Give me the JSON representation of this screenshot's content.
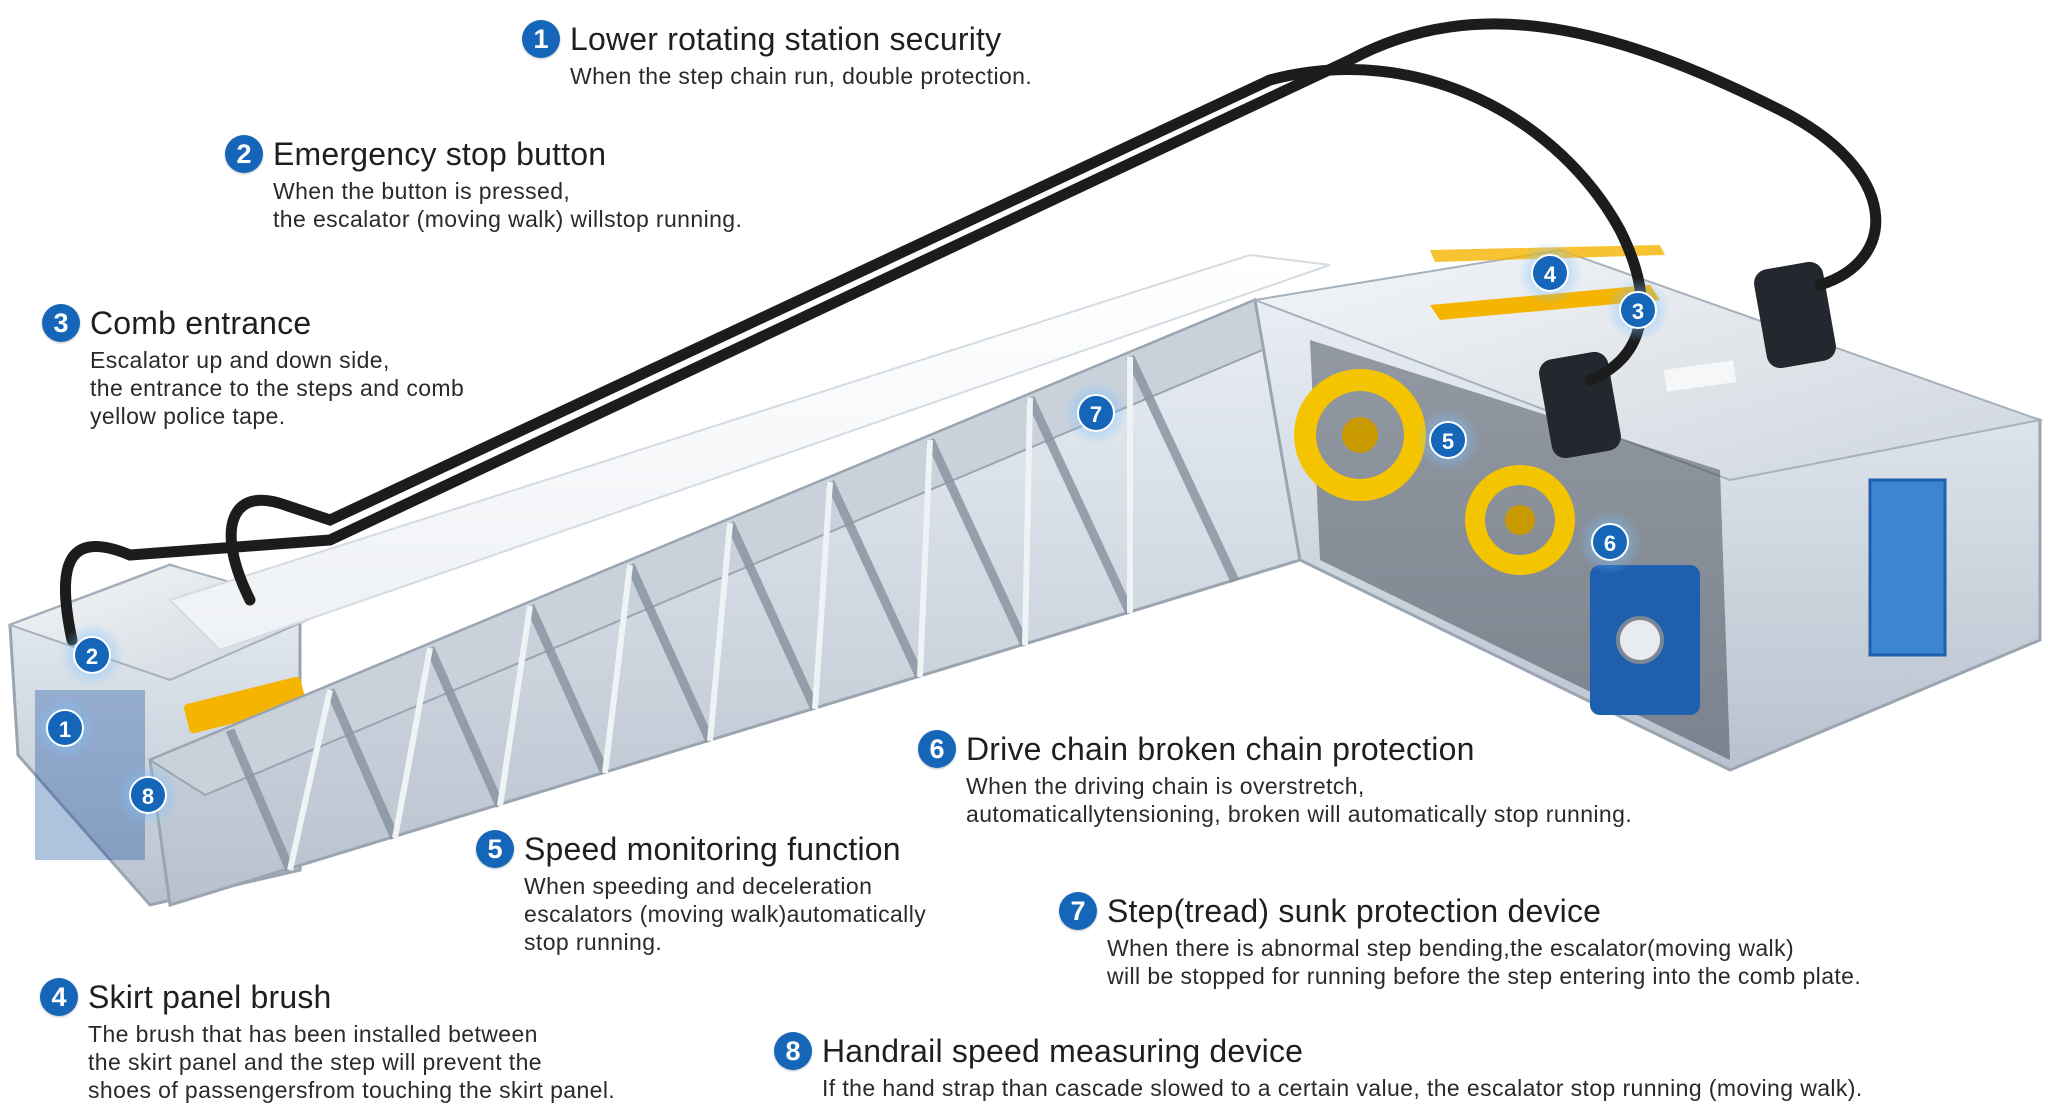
{
  "callouts": [
    {
      "number": "1",
      "title": "Lower rotating station security",
      "lines": [
        "When the step chain run, double protection."
      ]
    },
    {
      "number": "2",
      "title": "Emergency stop button",
      "lines": [
        "When the button is pressed,",
        "the escalator (moving walk) willstop running."
      ]
    },
    {
      "number": "3",
      "title": "Comb entrance",
      "lines": [
        "Escalator up and down side,",
        "the entrance to the steps and comb",
        "yellow police tape."
      ]
    },
    {
      "number": "4",
      "title": "Skirt panel brush",
      "lines": [
        "The brush that has been installed between",
        "the skirt panel and the step will prevent the",
        "shoes of passengersfrom touching the skirt panel."
      ]
    },
    {
      "number": "5",
      "title": "Speed monitoring function",
      "lines": [
        "When speeding and deceleration",
        "escalators (moving walk)automatically",
        "stop running."
      ]
    },
    {
      "number": "6",
      "title": "Drive chain broken chain protection",
      "lines": [
        "When the driving chain is overstretch,",
        "automaticallytensioning, broken will automatically stop running."
      ]
    },
    {
      "number": "7",
      "title": "Step(tread) sunk protection device",
      "lines": [
        "When there is abnormal step bending,the escalator(moving walk)",
        "will be stopped for running before the step entering into the comb plate."
      ]
    },
    {
      "number": "8",
      "title": "Handrail speed measuring device",
      "lines": [
        "If the hand strap than cascade slowed to a certain value, the escalator stop running (moving walk)."
      ]
    }
  ],
  "markers": [
    "1",
    "2",
    "8",
    "7",
    "5",
    "6",
    "4",
    "3"
  ],
  "colors": {
    "badge": "#1565b8",
    "marker_glow": "#5db3f5",
    "truss": "#d6dde6",
    "truss_shadow": "#8b95a2",
    "handrail": "#1c1c1c",
    "comb_tape": "#f5b400",
    "drive_wheel": "#f5c400",
    "motor": "#1f5fb0"
  }
}
